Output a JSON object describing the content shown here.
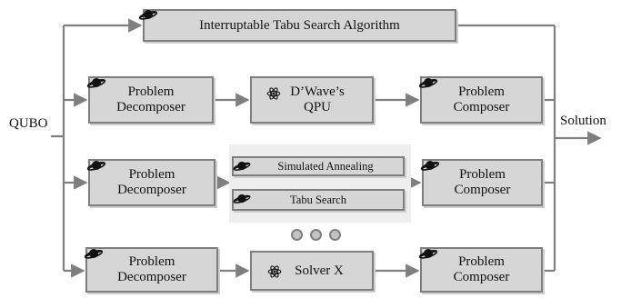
{
  "diagram": {
    "input_label": "QUBO",
    "output_label": "Solution",
    "colors": {
      "box_fill": "#d6d6d6",
      "box_border": "#7f7f7f",
      "line": "#7f7f7f",
      "panel": "#eeeeee"
    },
    "top": {
      "label": "Interruptable  Tabu Search Algorithm",
      "icon": "planet-icon"
    },
    "rows": [
      {
        "decomposer": {
          "line1": "Problem",
          "line2": "Decomposer",
          "icon": "planet-icon"
        },
        "solver": {
          "line1": "D’Wave’s",
          "line2": "QPU",
          "icon": "atom-icon"
        },
        "composer": {
          "line1": "Problem",
          "line2": "Composer",
          "icon": "planet-icon"
        }
      },
      {
        "decomposer": {
          "line1": "Problem",
          "line2": "Decomposer",
          "icon": "planet-icon"
        },
        "solvers": [
          {
            "label": "Simulated  Annealing",
            "icon": "planet-icon"
          },
          {
            "label": "Tabu Search",
            "icon": "planet-icon"
          }
        ],
        "composer": {
          "line1": "Problem",
          "line2": "Composer",
          "icon": "planet-icon"
        }
      },
      {
        "decomposer": {
          "line1": "Problem",
          "line2": "Decomposer",
          "icon": "planet-icon"
        },
        "solver": {
          "label": "Solver X",
          "icon": "atom-icon"
        },
        "composer": {
          "line1": "Problem",
          "line2": "Composer",
          "icon": "planet-icon"
        }
      }
    ],
    "ellipsis_dots": 3
  }
}
